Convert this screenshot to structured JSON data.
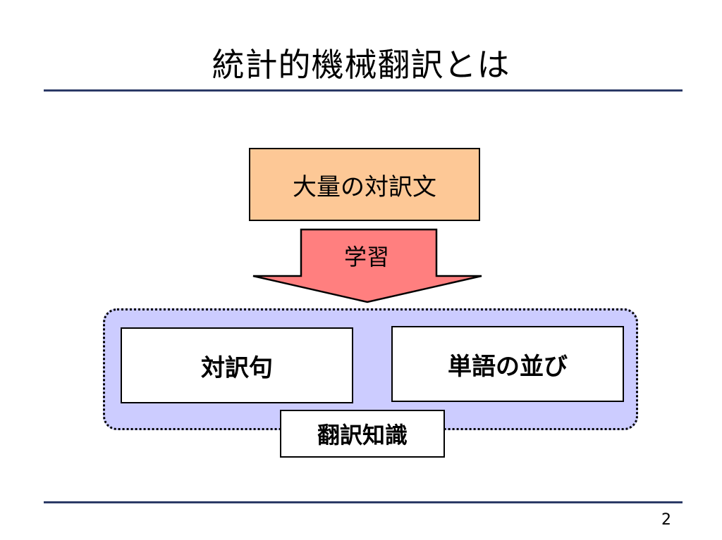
{
  "slide": {
    "title": "統計的機械翻訳とは",
    "page_number": "2"
  },
  "diagram": {
    "source": "大量の対訳文",
    "process": "学習",
    "knowledge": {
      "label": "翻訳知識",
      "items": [
        "対訳句",
        "単語の並び"
      ]
    }
  },
  "colors": {
    "rule": "#2b3a66",
    "source_fill": "#fdc896",
    "arrow_fill": "#ff7f7f",
    "panel_fill": "#ccccff"
  }
}
